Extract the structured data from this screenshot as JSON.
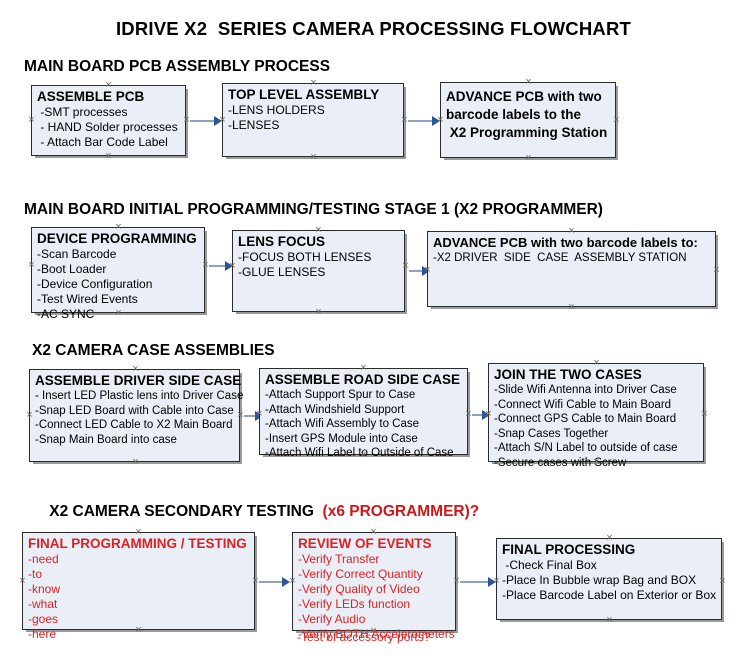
{
  "document": {
    "title": "IDRIVE X2  SERIES CAMERA PROCESSING FLOWCHART"
  },
  "sections": [
    {
      "id": "main-board-pcb-assembly",
      "heading": "MAIN BOARD PCB ASSEMBLY PROCESS",
      "heading_accent": ""
    },
    {
      "id": "main-board-initial-programming",
      "heading": "MAIN BOARD INITIAL PROGRAMMING/TESTING STAGE 1 (X2 PROGRAMMER)",
      "heading_accent": ""
    },
    {
      "id": "x2-camera-case-assemblies",
      "heading": "X2 CAMERA CASE ASSEMBLIES",
      "heading_accent": ""
    },
    {
      "id": "x2-camera-secondary-testing",
      "heading": "X2 CAMERA SECONDARY TESTING  ",
      "heading_accent": "(x6 PROGRAMMER)?"
    }
  ],
  "nodes": {
    "assemble_pcb": {
      "title": "ASSEMBLE PCB",
      "lines": [
        " -SMT processes",
        " - HAND Solder processes",
        " - Attach Bar Code Label"
      ]
    },
    "top_level_assembly": {
      "title": "TOP LEVEL ASSEMBLY",
      "lines": [
        "-LENS HOLDERS",
        "-LENSES"
      ]
    },
    "advance_pcb_station": {
      "title": "",
      "lines": [
        "ADVANCE PCB with two",
        "barcode labels to the",
        " X2 Programming Station"
      ]
    },
    "device_programming": {
      "title": "DEVICE PROGRAMMING",
      "lines": [
        "-Scan Barcode",
        "-Boot Loader",
        "-Device Configuration",
        "-Test Wired Events",
        "-AC SYNC"
      ]
    },
    "lens_focus": {
      "title": "LENS FOCUS",
      "lines": [
        "-FOCUS BOTH LENSES",
        "-GLUE LENSES"
      ]
    },
    "advance_pcb_driver_side": {
      "title": "ADVANCE PCB with two barcode labels to:",
      "lines": [
        "-X2 DRIVER  SIDE  CASE  ASSEMBLY STATION"
      ]
    },
    "assemble_driver_side_case": {
      "title": "ASSEMBLE DRIVER SIDE CASE",
      "lines": [
        "- Insert LED Plastic lens into Driver Case",
        "-Snap LED Board with Cable into Case",
        "-Connect LED Cable to X2 Main Board",
        "-Snap Main Board into case"
      ]
    },
    "assemble_road_side_case": {
      "title": "ASSEMBLE ROAD SIDE CASE",
      "lines": [
        "-Attach Support Spur to Case",
        "-Attach Windshield Support",
        "-Attach Wifi Assembly to Case",
        "-Insert GPS Module into Case",
        "-Attach Wifi Label to Outside of Case"
      ]
    },
    "join_the_two_cases": {
      "title": "JOIN THE TWO CASES",
      "lines": [
        "-Slide Wifi Antenna into Driver Case",
        "-Connect Wifi Cable to Main Board",
        "-Connect GPS Cable to Main Board",
        "-Snap Cases Together",
        "-Attach S/N Label to outside of case",
        "-Secure cases with Screw"
      ]
    },
    "final_programming_testing": {
      "title": "FINAL PROGRAMMING / TESTING",
      "lines": [
        "-need",
        "-to",
        "-know",
        "-what",
        "-goes",
        "-here"
      ]
    },
    "review_of_events": {
      "title": "REVIEW OF EVENTS",
      "lines": [
        "-Verify Transfer",
        "-Verify Correct Quantity",
        "-Verify Quality of Video",
        "-Verify LEDs function",
        "-Verify Audio",
        "-Verify BOTH Accelerometers"
      ],
      "overflow_line": "-Test of accessory ports?"
    },
    "final_processing": {
      "title": "FINAL PROCESSING",
      "lines": [
        " -Check Final Box",
        "-Place In Bubble wrap Bag and BOX",
        "-Place Barcode Label on Exterior or Box"
      ]
    }
  },
  "colors": {
    "node_fill": "#e9eef7",
    "node_border": "#2b2b2b",
    "node_shadow": "#9a9a9a",
    "connector_line": "#8ba4bf",
    "connector_head": "#2f5496",
    "red_text": "#e02020",
    "heading_accent": "#d01616",
    "text": "#000000"
  }
}
